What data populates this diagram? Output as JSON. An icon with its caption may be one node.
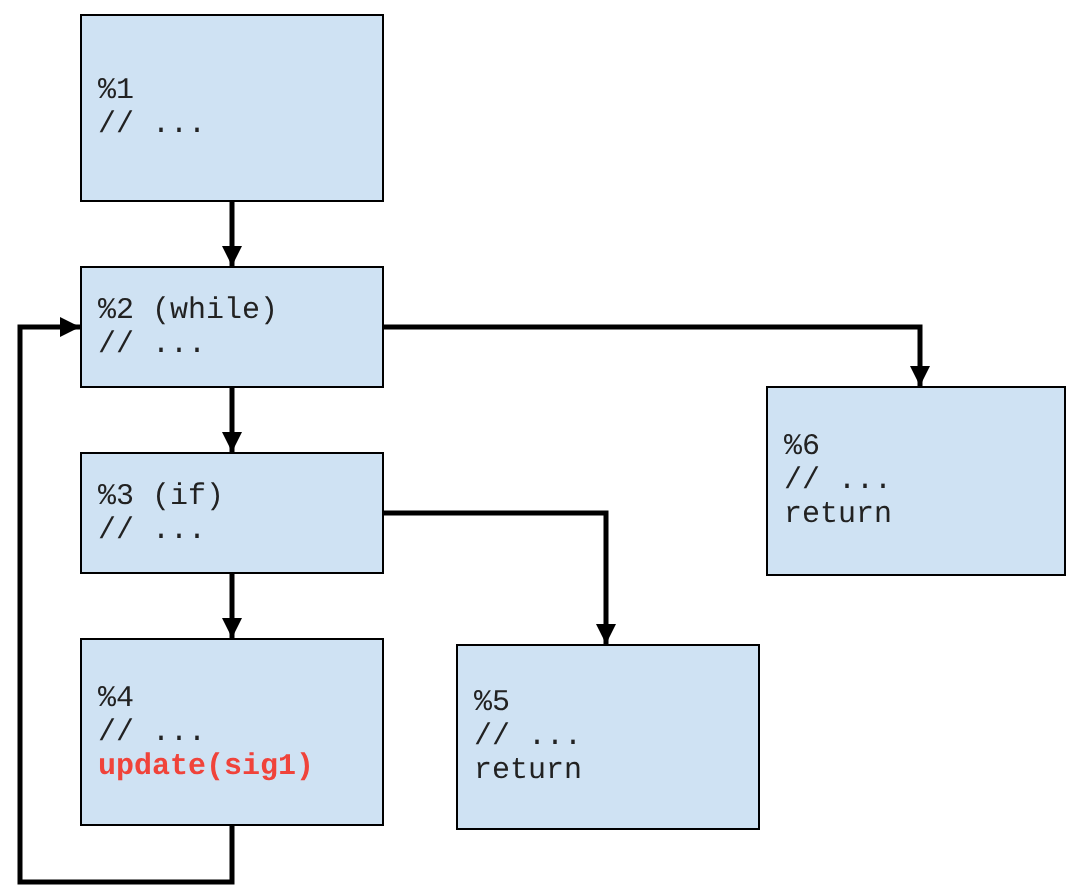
{
  "diagram": {
    "nodes": [
      {
        "text": [
          "%1",
          "// ..."
        ]
      },
      {
        "text": [
          "%2 (while)",
          "// ..."
        ]
      },
      {
        "text": [
          "%3 (if)",
          "// ..."
        ]
      },
      {
        "text": [
          "%4",
          "// ...",
          "update(sig1)"
        ]
      },
      {
        "text": [
          "%5",
          "// ...",
          "return"
        ]
      },
      {
        "text": [
          "%6",
          "// ...",
          "return"
        ]
      }
    ],
    "edges": [
      {
        "from": 0,
        "to": 1,
        "arrow": "to"
      },
      {
        "from": 1,
        "to": 2,
        "arrow": "to"
      },
      {
        "from": 1,
        "to": 5,
        "arrow": "to"
      },
      {
        "from": 2,
        "to": 3,
        "arrow": "to"
      },
      {
        "from": 2,
        "to": 4,
        "arrow": "to"
      },
      {
        "from": 3,
        "to": 1,
        "arrow": "to"
      }
    ]
  }
}
